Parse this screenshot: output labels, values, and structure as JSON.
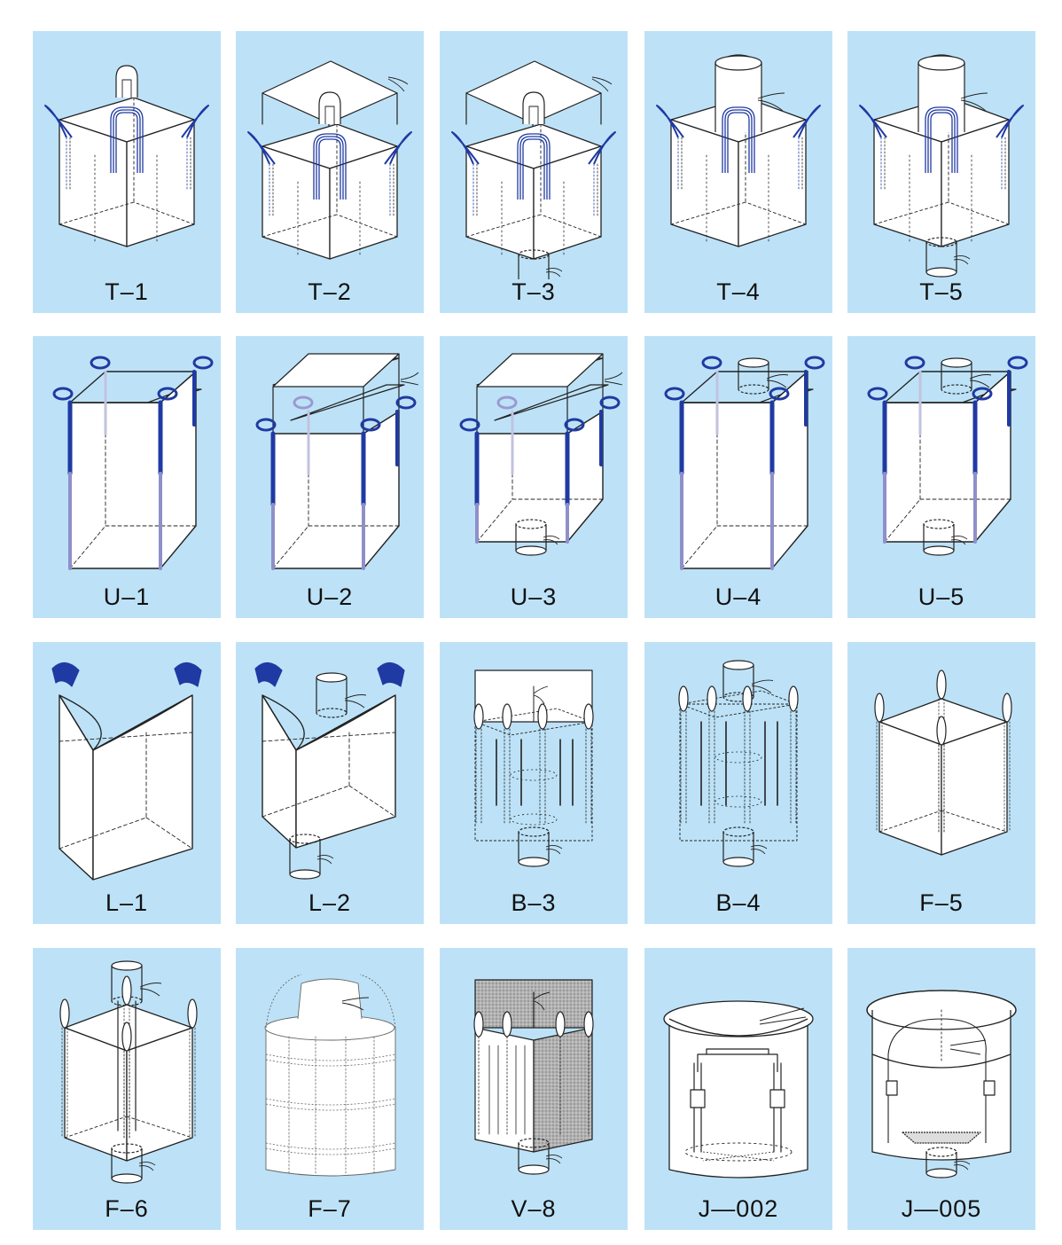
{
  "accent_color": "#bde2f7",
  "strap_color": "#1f3aa3",
  "panels": [
    {
      "label": "T–1",
      "style": "t",
      "variant": 1,
      "icon": "baffle-bag-tunnel-lift-top-icon"
    },
    {
      "label": "T–2",
      "style": "t",
      "variant": 2,
      "icon": "baffle-bag-tunnel-lift-skirt-top-icon"
    },
    {
      "label": "T–3",
      "style": "t",
      "variant": 3,
      "icon": "baffle-bag-tunnel-lift-skirt-spout-icon"
    },
    {
      "label": "T–4",
      "style": "t",
      "variant": 4,
      "icon": "baffle-bag-tunnel-lift-inlet-spout-icon"
    },
    {
      "label": "T–5",
      "style": "t",
      "variant": 5,
      "icon": "baffle-bag-tunnel-lift-inlet-outlet-spout-icon"
    },
    {
      "label": "U–1",
      "style": "u",
      "variant": 1,
      "icon": "u-panel-bag-open-top-icon"
    },
    {
      "label": "U–2",
      "style": "u",
      "variant": 2,
      "icon": "u-panel-bag-skirt-top-icon"
    },
    {
      "label": "U–3",
      "style": "u",
      "variant": 3,
      "icon": "u-panel-bag-skirt-spout-icon"
    },
    {
      "label": "U–4",
      "style": "u",
      "variant": 4,
      "icon": "u-panel-bag-inlet-spout-icon"
    },
    {
      "label": "U–5",
      "style": "u",
      "variant": 5,
      "icon": "u-panel-bag-inlet-outlet-spout-icon"
    },
    {
      "label": "L–1",
      "style": "l",
      "variant": 1,
      "icon": "sling-bag-open-top-icon"
    },
    {
      "label": "L–2",
      "style": "l",
      "variant": 2,
      "icon": "sling-bag-inlet-outlet-spout-icon"
    },
    {
      "label": "B–3",
      "style": "b",
      "variant": 3,
      "icon": "baffle-bag-skirt-spout-icon"
    },
    {
      "label": "B–4",
      "style": "b",
      "variant": 4,
      "icon": "baffle-bag-inlet-outlet-spout-icon"
    },
    {
      "label": "F–5",
      "style": "f",
      "variant": 5,
      "icon": "four-loop-bag-open-top-icon"
    },
    {
      "label": "F–6",
      "style": "f",
      "variant": 6,
      "icon": "four-loop-bag-inlet-outlet-spout-icon"
    },
    {
      "label": "F–7",
      "style": "f",
      "variant": 7,
      "icon": "circular-bag-duffle-top-icon"
    },
    {
      "label": "V–8",
      "style": "v",
      "variant": 8,
      "icon": "ventilated-bag-skirt-spout-icon"
    },
    {
      "label": "J—002",
      "style": "j",
      "variant": 2,
      "icon": "cylindrical-bag-open-top-icon"
    },
    {
      "label": "J—005",
      "style": "j",
      "variant": 5,
      "icon": "cylindrical-bag-outlet-spout-icon"
    }
  ]
}
